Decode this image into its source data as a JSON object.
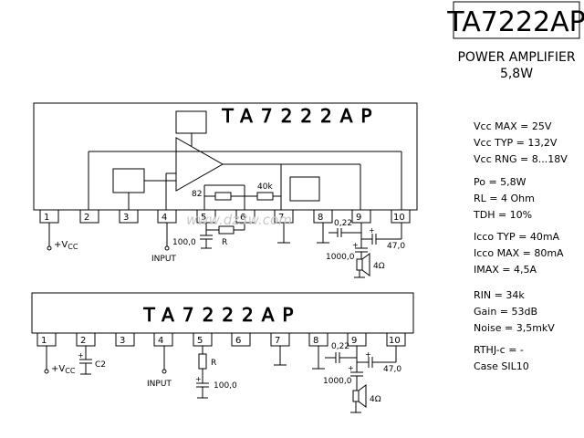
{
  "header": {
    "part_number": "TA7222AP",
    "subtitle": "POWER AMPLIFIER",
    "power": "5,8W"
  },
  "chip_top": {
    "label": "TA7222AP",
    "pins": [
      "1",
      "2",
      "3",
      "4",
      "5",
      "6",
      "7",
      "8",
      "9",
      "10"
    ],
    "resistor_82": "82",
    "resistor_40k": "40k"
  },
  "chip_bottom": {
    "label": "TA7222AP",
    "pins": [
      "1",
      "2",
      "3",
      "4",
      "5",
      "6",
      "7",
      "8",
      "9",
      "10"
    ]
  },
  "components_top": {
    "vcc": "+V",
    "vcc_sub": "CC",
    "input": "INPUT",
    "cap_100": "100,0",
    "r": "R",
    "cap_022": "0,22",
    "cap_1000": "1000,0",
    "cap_47": "47,0",
    "speaker": "4Ω",
    "plus1": "+",
    "plus2": "+"
  },
  "components_bottom": {
    "vcc": "+V",
    "vcc_sub": "CC",
    "c2": "C2",
    "input": "INPUT",
    "r": "R",
    "cap_100": "100,0",
    "cap_022": "0,22",
    "cap_1000": "1000,0",
    "cap_47": "47,0",
    "speaker": "4Ω",
    "plus1": "+",
    "plus2": "+",
    "plus3": "+",
    "plus4": "+"
  },
  "specs": [
    "Vcc MAX = 25V",
    "Vcc TYP = 13,2V",
    "Vcc RNG = 8...18V",
    "Po = 5,8W",
    "RL = 4 Ohm",
    "TDH = 10%",
    "Icco TYP = 40mA",
    "Icco MAX = 80mA",
    "IMAX = 4,5A",
    "RIN = 34k",
    "Gain = 53dB",
    "Noise = 3,5mkV",
    "RTHJ-c = -",
    "Case SIL10"
  ],
  "watermark": "www.dz3w.com"
}
